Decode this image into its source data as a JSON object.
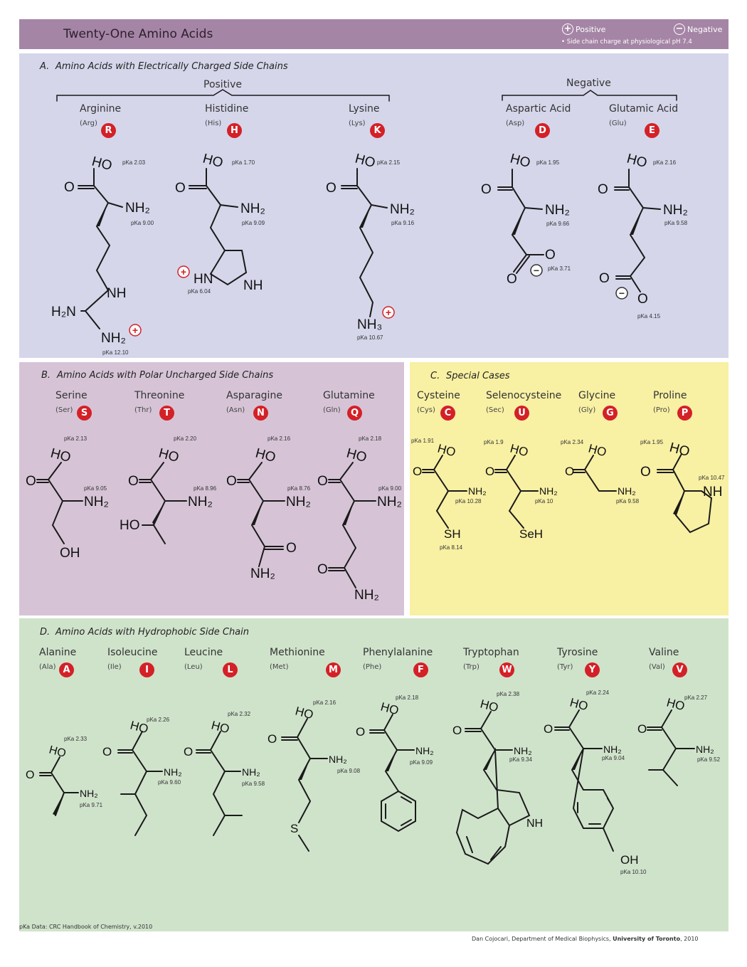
{
  "header": {
    "title": "Twenty-One Amino Acids",
    "legend_positive": "Positive",
    "legend_negative": "Negative",
    "legend_plus_symbol": "+",
    "legend_minus_symbol": "−",
    "legend_note": "• Side chain charge at physiological pH 7.4"
  },
  "colors": {
    "header_bg": "#a585a5",
    "charged_bg": "#d5d6ea",
    "polar_bg": "#d6c4d6",
    "special_bg": "#f8f0a3",
    "hydrophobic_bg": "#cfe3cb",
    "code_badge": "#d42027"
  },
  "sections": {
    "a": {
      "letter": "A.",
      "title": "Amino Acids with Electrically Charged Side Chains",
      "positive_label": "Positive",
      "negative_label": "Negative",
      "acids": [
        {
          "name": "Arginine",
          "abbr": "(Arg)",
          "code": "R"
        },
        {
          "name": "Histidine",
          "abbr": "(His)",
          "code": "H"
        },
        {
          "name": "Lysine",
          "abbr": "(Lys)",
          "code": "K"
        },
        {
          "name": "Aspartic Acid",
          "abbr": "(Asp)",
          "code": "D"
        },
        {
          "name": "Glutamic Acid",
          "abbr": "(Glu)",
          "code": "E"
        }
      ]
    },
    "b": {
      "letter": "B.",
      "title": "Amino Acids with Polar Uncharged Side Chains",
      "acids": [
        {
          "name": "Serine",
          "abbr": "(Ser)",
          "code": "S"
        },
        {
          "name": "Threonine",
          "abbr": "(Thr)",
          "code": "T"
        },
        {
          "name": "Asparagine",
          "abbr": "(Asn)",
          "code": "N"
        },
        {
          "name": "Glutamine",
          "abbr": "(Gln)",
          "code": "Q"
        }
      ]
    },
    "c": {
      "letter": "C.",
      "title": "Special Cases",
      "acids": [
        {
          "name": "Cysteine",
          "abbr": "(Cys)",
          "code": "C"
        },
        {
          "name": "Selenocysteine",
          "abbr": "(Sec)",
          "code": "U"
        },
        {
          "name": "Glycine",
          "abbr": "(Gly)",
          "code": "G"
        },
        {
          "name": "Proline",
          "abbr": "(Pro)",
          "code": "P"
        }
      ]
    },
    "d": {
      "letter": "D.",
      "title": "Amino Acids with Hydrophobic Side Chain",
      "acids": [
        {
          "name": "Alanine",
          "abbr": "(Ala)",
          "code": "A"
        },
        {
          "name": "Isoleucine",
          "abbr": "(Ile)",
          "code": "I"
        },
        {
          "name": "Leucine",
          "abbr": "(Leu)",
          "code": "L"
        },
        {
          "name": "Methionine",
          "abbr": "(Met)",
          "code": "M"
        },
        {
          "name": "Phenylalanine",
          "abbr": "(Phe)",
          "code": "F"
        },
        {
          "name": "Tryptophan",
          "abbr": "(Trp)",
          "code": "W"
        },
        {
          "name": "Tyrosine",
          "abbr": "(Tyr)",
          "code": "Y"
        },
        {
          "name": "Valine",
          "abbr": "(Val)",
          "code": "V"
        }
      ]
    }
  },
  "labels": {
    "atoms": {
      "oh_top": "HO",
      "o": "O",
      "nh2": "NH₂",
      "nh": "NH",
      "nh3": "NH₃",
      "hn": "HN",
      "h2n": "H₂N",
      "oh": "OH",
      "ho_side": "HO",
      "sh": "SH",
      "seh": "SeH",
      "s": "S"
    },
    "charge_plus": "+",
    "charge_minus": "−"
  },
  "pka": {
    "arg": [
      "pKa 2.03",
      "pKa 9.00",
      "pKa 12.10"
    ],
    "his": [
      "pKa 1.70",
      "pKa 9.09",
      "pKa 6.04"
    ],
    "lys": [
      "pKa 2.15",
      "pKa 9.16",
      "pKa 10.67"
    ],
    "asp": [
      "pKa 1.95",
      "pKa 9.66",
      "pKa 3.71"
    ],
    "glu": [
      "pKa 2.16",
      "pKa 9.58",
      "pKa 4.15"
    ],
    "ser": [
      "pKa 2.13",
      "pKa 9.05"
    ],
    "thr": [
      "pKa 2.20",
      "pKa 8.96"
    ],
    "asn": [
      "pKa 2.16",
      "pKa 8.76"
    ],
    "gln": [
      "pKa 2.18",
      "pKa 9.00"
    ],
    "cys": [
      "pKa 1.91",
      "pKa 10.28",
      "pKa 8.14"
    ],
    "sec": [
      "pKa 1.9",
      "pKa 10"
    ],
    "gly": [
      "pKa 2.34",
      "pKa 9.58"
    ],
    "pro": [
      "pKa 1.95",
      "pKa 10.47"
    ],
    "ala": [
      "pKa 2.33",
      "pKa 9.71"
    ],
    "ile": [
      "pKa 2.26",
      "pKa 9.60"
    ],
    "leu": [
      "pKa 2.32",
      "pKa 9.58"
    ],
    "met": [
      "pKa 2.16",
      "pKa 9.08"
    ],
    "phe": [
      "pKa 2.18",
      "pKa 9.09"
    ],
    "trp": [
      "pKa 2.38",
      "pKa 9.34"
    ],
    "tyr": [
      "pKa 2.24",
      "pKa 9.04",
      "pKa 10.10"
    ],
    "val": [
      "pKa 2.27",
      "pKa 9.52"
    ]
  },
  "footer": {
    "source": "pKa Data: CRC Handbook of Chemistry, v.2010",
    "credit_prefix": "Dan Cojocari, Department of Medical Biophysics, ",
    "credit_institution": "University of Toronto",
    "credit_suffix": ", 2010"
  }
}
